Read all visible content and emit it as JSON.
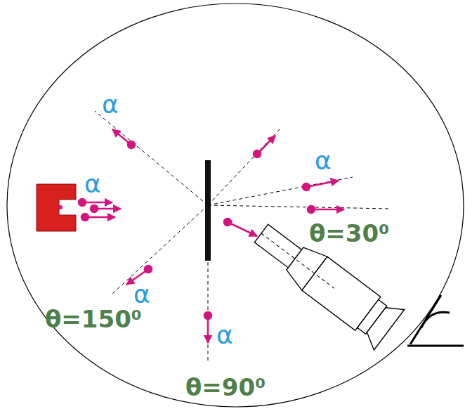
{
  "diagram": {
    "labels": [
      "α",
      "α",
      "α",
      "θ=30⁰",
      "α",
      "θ=150⁰",
      "α",
      "θ=90⁰"
    ]
  }
}
